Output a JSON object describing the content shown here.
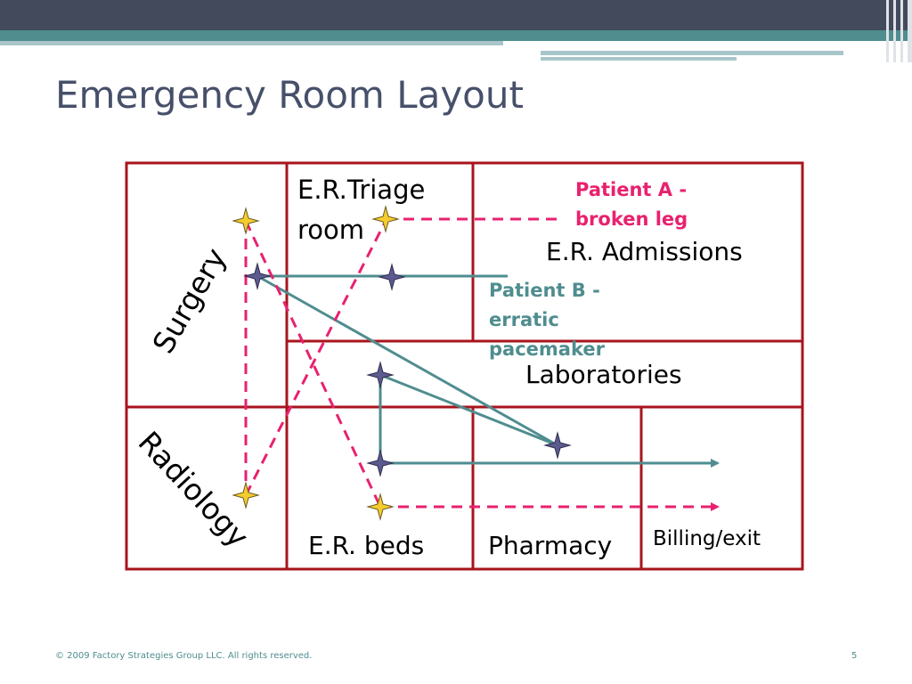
{
  "slide": {
    "title": "Emergency Room Layout",
    "page_number": "5",
    "copyright": "© 2009 Factory Strategies Group LLC.  All rights reserved."
  },
  "rooms": {
    "surgery": "Surgery",
    "radiology": "Radiology",
    "triage_line1": "E.R.Triage",
    "triage_line2": "room",
    "admissions": "E.R. Admissions",
    "laboratories": "Laboratories",
    "beds": "E.R. beds",
    "pharmacy": "Pharmacy",
    "billing": "Billing/exit"
  },
  "patients": {
    "a_line1": "Patient A -",
    "a_line2": "broken leg",
    "b_line1": "Patient B -",
    "b_line2": "erratic",
    "b_line3": "pacemaker"
  },
  "colors": {
    "topbar": "#434a5c",
    "accent_teal": "#4f8d8f",
    "wall": "#a8141d",
    "patient_a_path": "#e8216f",
    "patient_b_path": "#4f8d8f",
    "star_a": "#f4cc2e",
    "star_b": "#5c5a8e"
  }
}
